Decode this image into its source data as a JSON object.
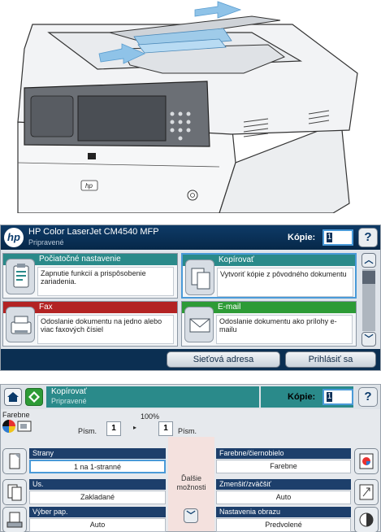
{
  "home_screen": {
    "model": "HP Color LaserJet CM4540 MFP",
    "status": "Pripravené",
    "copies_label": "Kópie:",
    "copies_value": "1",
    "help": "?",
    "tiles": [
      {
        "title": "Počiatočné nastavenie",
        "desc": "Zapnutie funkcií a prispôsobenie zariadenia.",
        "color": "#2a8a8a"
      },
      {
        "title": "Kopírovať",
        "desc": "Vytvoriť kópie z pôvodného dokumentu",
        "color": "#2a8a8a"
      },
      {
        "title": "Fax",
        "desc": "Odoslanie dokumentu na jedno alebo viac faxových čísiel",
        "color": "#b32323"
      },
      {
        "title": "E-mail",
        "desc": "Odoslanie dokumentu ako prílohy e-mailu",
        "color": "#2d9b36"
      }
    ],
    "footer": {
      "network_address": "Sieťová adresa",
      "sign_in": "Prihlásiť sa"
    }
  },
  "copy_screen": {
    "title": "Kopírovať",
    "status": "Pripravené",
    "copies_label": "Kópie:",
    "copies_value": "1",
    "help": "?",
    "color_mode": "Farebne",
    "zoom": "100%",
    "original_label": "Písm.",
    "original_value": "1",
    "output_label": "Písm.",
    "output_value": "1",
    "more_options": "Ďalšie možnosti",
    "options_left": [
      {
        "title": "Strany",
        "value": "1 na 1-stranné"
      },
      {
        "title": "Us.",
        "value": "Zakladané"
      },
      {
        "title": "Výber pap.",
        "value": "Auto"
      }
    ],
    "options_right": [
      {
        "title": "Farebne/čiernobielo",
        "value": "Farebne"
      },
      {
        "title": "Zmenšiť/zväčšiť",
        "value": "Auto"
      },
      {
        "title": "Nastavenia obrazu",
        "value": "Predvolené"
      }
    ]
  }
}
